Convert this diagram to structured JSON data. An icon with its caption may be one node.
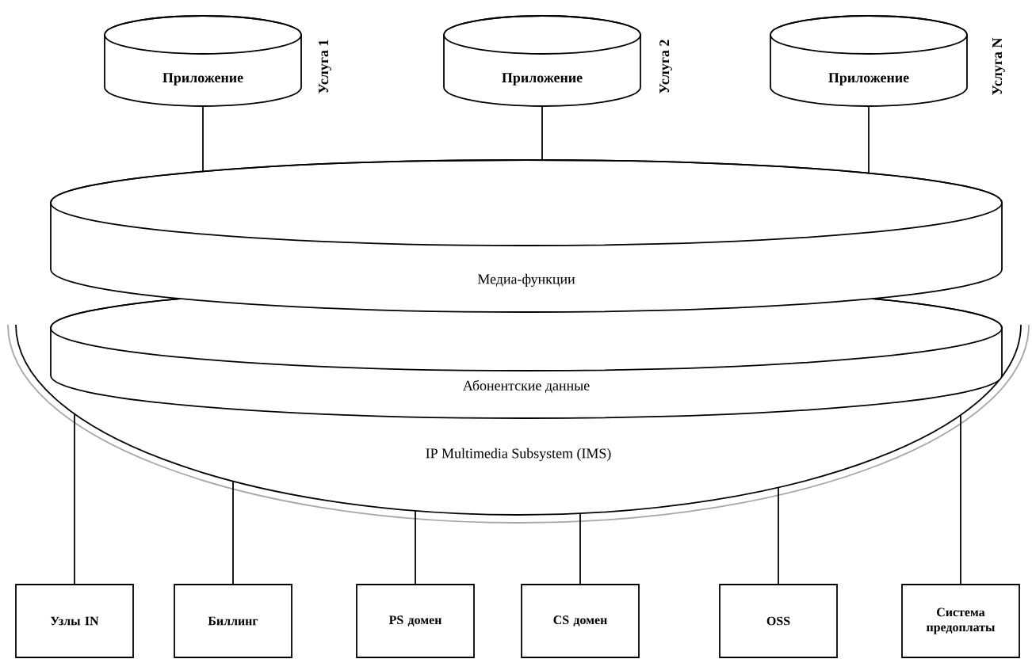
{
  "diagram": {
    "nodes": [
      {
        "text": [
          "IP Multimedia Subsystem (IMS)"
        ]
      },
      {
        "text": [
          "Медиа-функции"
        ]
      },
      {
        "text": [
          "Абонентские данные"
        ]
      },
      {
        "text": [
          "Приложение"
        ],
        "beside": [
          "Услуга 1"
        ]
      },
      {
        "text": [
          "Приложение"
        ],
        "beside": [
          "Услуга 2"
        ]
      },
      {
        "text": [
          "Приложение"
        ],
        "beside": [
          "Услуга N"
        ]
      },
      {
        "text": [
          "Узлы IN"
        ]
      },
      {
        "text": [
          "Биллинг"
        ]
      },
      {
        "text": [
          "PS домен"
        ]
      },
      {
        "text": [
          "CS домен"
        ]
      },
      {
        "text": [
          "OSS"
        ]
      },
      {
        "text": [
          "Система предоплаты"
        ]
      }
    ],
    "edges": [
      {
        "from": 3,
        "to": 1,
        "arrow": "none"
      },
      {
        "from": 4,
        "to": 1,
        "arrow": "none"
      },
      {
        "from": 5,
        "to": 1,
        "arrow": "none"
      },
      {
        "from": 6,
        "to": 0,
        "arrow": "none"
      },
      {
        "from": 7,
        "to": 0,
        "arrow": "none"
      },
      {
        "from": 8,
        "to": 0,
        "arrow": "none"
      },
      {
        "from": 9,
        "to": 0,
        "arrow": "none"
      },
      {
        "from": 10,
        "to": 0,
        "arrow": "none"
      },
      {
        "from": 11,
        "to": 0,
        "arrow": "none"
      }
    ]
  }
}
